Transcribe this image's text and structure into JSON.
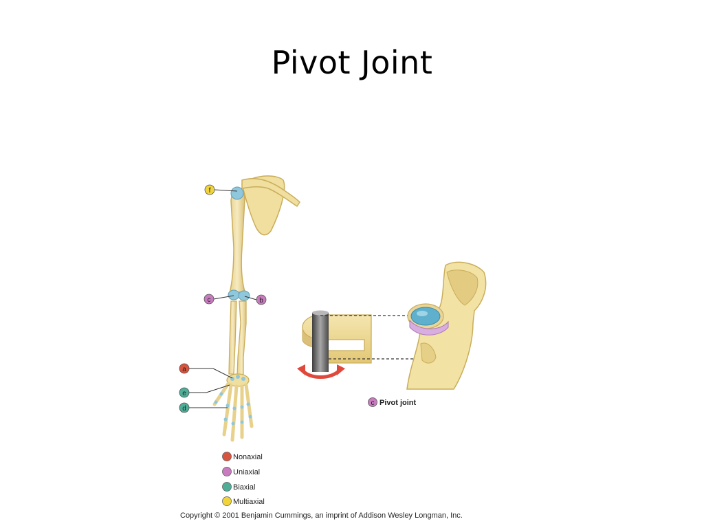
{
  "slide": {
    "title": "Pivot Joint"
  },
  "callouts": {
    "f": "f",
    "c": "c",
    "b": "b",
    "a": "a",
    "e": "e",
    "d": "d"
  },
  "inset": {
    "marker": "c",
    "label": "Pivot joint"
  },
  "legend": {
    "items": [
      {
        "label": "Nonaxial",
        "color": "#d9543e"
      },
      {
        "label": "Uniaxial",
        "color": "#c97bbf"
      },
      {
        "label": "Biaxial",
        "color": "#4fae97"
      },
      {
        "label": "Multiaxial",
        "color": "#f1d43a"
      }
    ]
  },
  "colors": {
    "bone": "#f2e2a4",
    "bone_outline": "#c9ad5a",
    "cartilage": "#8fc7dc",
    "ligament": "#d8aee0",
    "rotation_arrow": "#e0483c"
  },
  "copyright": "Copyright © 2001 Benjamin Cummings, an imprint of Addison Wesley Longman, Inc."
}
